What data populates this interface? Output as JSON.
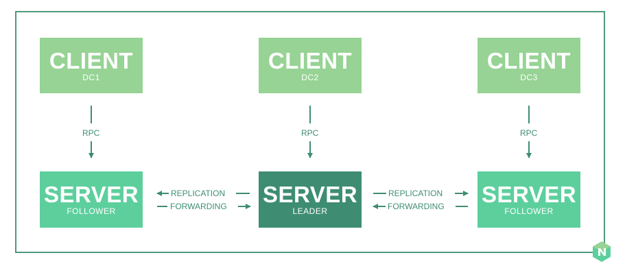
{
  "clients": [
    {
      "title": "CLIENT",
      "sub": "DC1"
    },
    {
      "title": "CLIENT",
      "sub": "DC2"
    },
    {
      "title": "CLIENT",
      "sub": "DC3"
    }
  ],
  "servers": [
    {
      "title": "SERVER",
      "sub": "FOLLOWER"
    },
    {
      "title": "SERVER",
      "sub": "LEADER"
    },
    {
      "title": "SERVER",
      "sub": "FOLLOWER"
    }
  ],
  "edges": {
    "rpc": "RPC",
    "replication": "REPLICATION",
    "forwarding": "FORWARDING"
  },
  "colors": {
    "client": "#96d394",
    "server_follower": "#5dcf9d",
    "server_leader": "#3e8d73",
    "frame": "#4f9a7c",
    "arrow": "#3e8d73"
  },
  "logo": {
    "icon": "consul-logo-icon"
  }
}
